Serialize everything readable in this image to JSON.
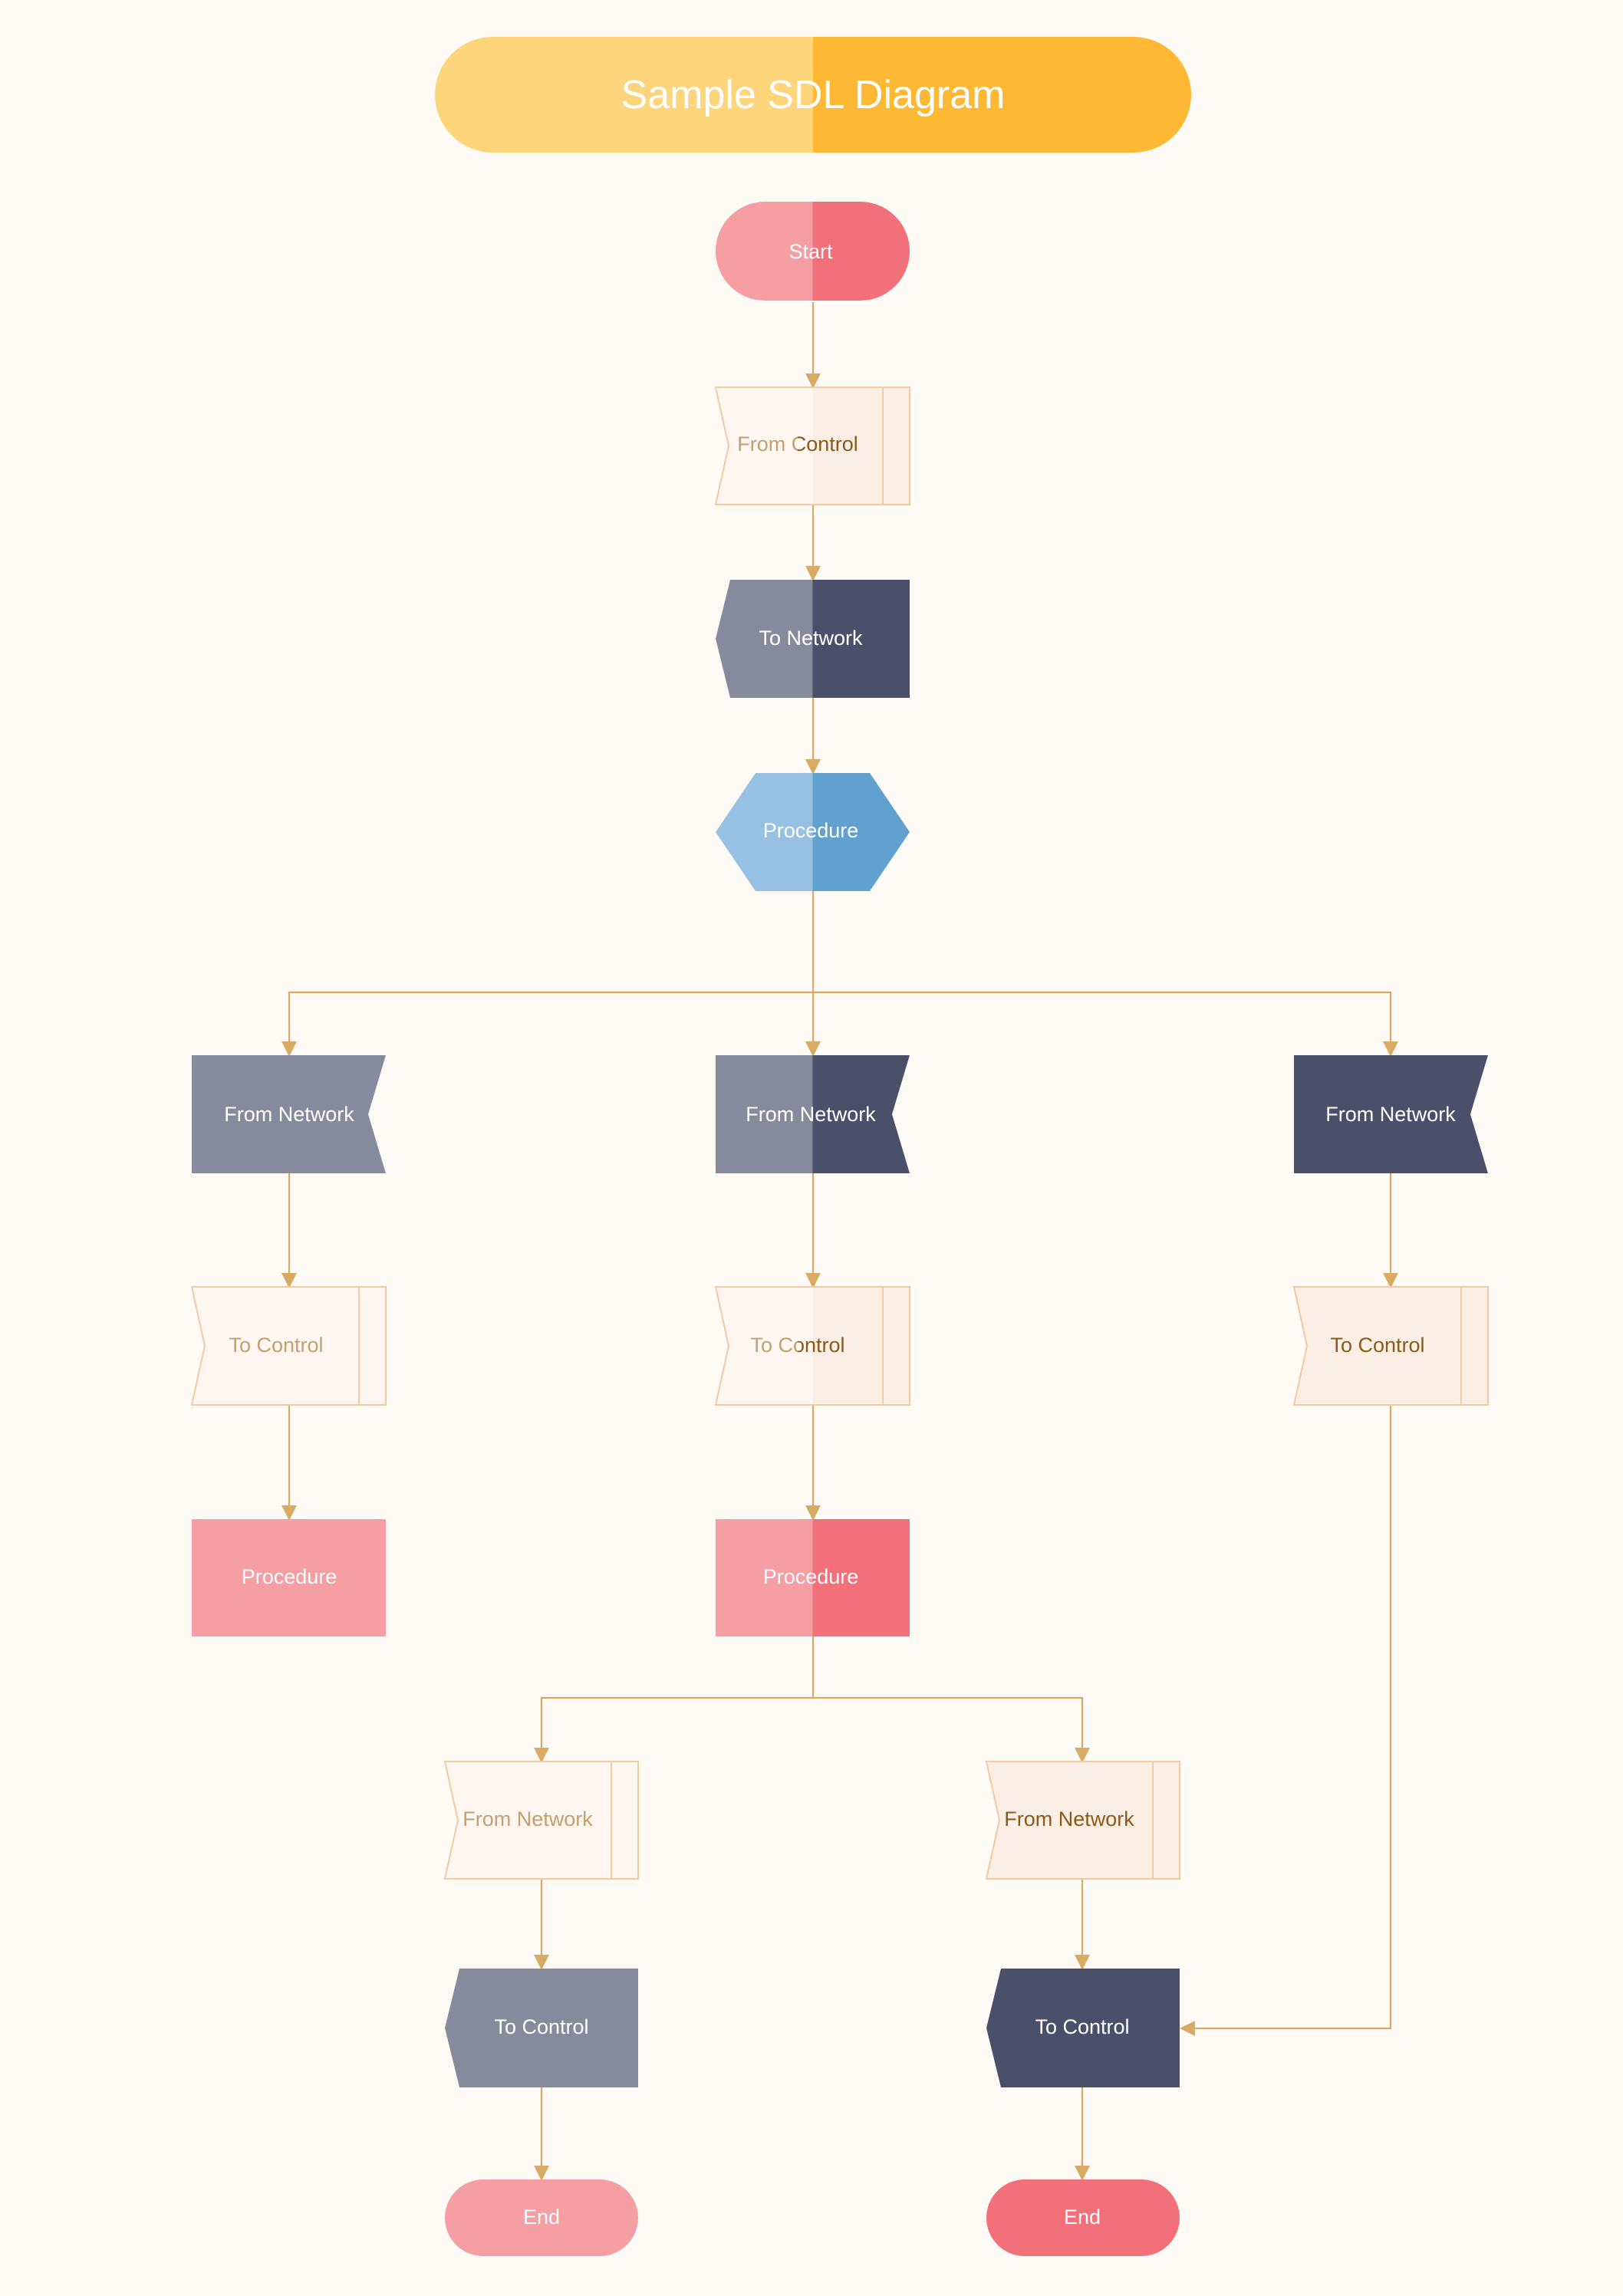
{
  "title": "Sample SDL Diagram",
  "colors": {
    "background": "#fefbf6",
    "connector": "#d9aa63",
    "title_light": "#ffd57b",
    "title_dark": "#ffb834",
    "red_light": "#f59ea4",
    "red_dark": "#f27079",
    "slate_light": "#858a9c",
    "slate_dark": "#4a5069",
    "blue_light": "#96c1e3",
    "blue_dark": "#61a1d0",
    "cream_light": "#fdf6f1",
    "cream_dark": "#fbeee4",
    "cream_border": "#f2c9a0",
    "cream_text_light": "#c4a06e",
    "cream_text_dark": "#8a5a1a"
  },
  "nodes": {
    "start": "Start",
    "from_control": "From Control",
    "to_network": "To Network",
    "procedure_main": "Procedure",
    "from_network_left": "From Network",
    "from_network_center": "From Network",
    "from_network_right": "From Network",
    "to_control_left": "To Control",
    "to_control_center": "To Control",
    "to_control_right": "To Control",
    "procedure_left": "Procedure",
    "procedure_center": "Procedure",
    "from_network_lower_left": "From Network",
    "from_network_lower_right": "From Network",
    "to_control_lower_left": "To Control",
    "to_control_lower_right": "To Control",
    "end_left": "End",
    "end_right": "End"
  }
}
